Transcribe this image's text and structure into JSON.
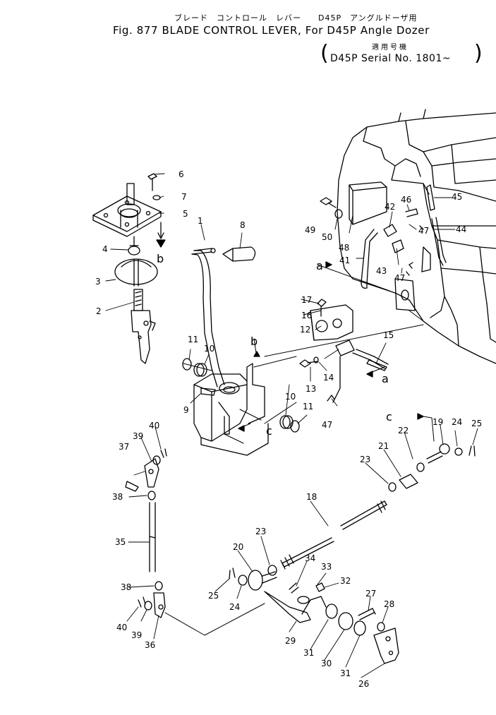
{
  "header": {
    "title_jp": "ブレード　コントロール　レバー　　D45P　アングルドーザ用",
    "title": "Fig. 877  BLADE CONTROL LEVER, For D45P Angle Dozer",
    "serial_jp": "適用号機",
    "serial": "D45P Serial No. 1801~"
  },
  "callouts": [
    "1",
    "2",
    "3",
    "4",
    "5",
    "6",
    "7",
    "8",
    "9",
    "10",
    "10",
    "11",
    "11",
    "12",
    "13",
    "14",
    "15",
    "16",
    "17",
    "18",
    "19",
    "20",
    "21",
    "22",
    "23",
    "23",
    "24",
    "24",
    "25",
    "25",
    "26",
    "27",
    "28",
    "29",
    "30",
    "31",
    "31",
    "32",
    "33",
    "34",
    "35",
    "36",
    "37",
    "38",
    "38",
    "39",
    "39",
    "40",
    "40",
    "41",
    "42",
    "43",
    "44",
    "45",
    "46",
    "47",
    "47",
    "47",
    "48",
    "49",
    "50"
  ],
  "refs": {
    "a": "a",
    "b": "b",
    "c": "c"
  }
}
